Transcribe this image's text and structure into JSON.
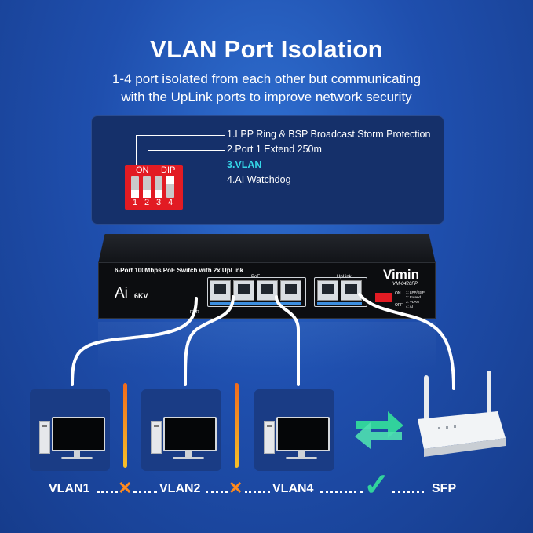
{
  "header": {
    "title": "VLAN Port Isolation",
    "subtitle_line1": "1-4 port isolated from each other but communicating",
    "subtitle_line2": "with the UpLink ports to improve network security"
  },
  "dip_switch": {
    "on_label": "ON",
    "dip_label": "DIP",
    "numbers": [
      "1",
      "2",
      "3",
      "4"
    ],
    "options": [
      "1.LPP Ring & BSP Broadcast Storm Protection",
      "2.Port 1 Extend 250m",
      "3.VLAN",
      "4.AI Watchdog"
    ],
    "highlight_color": "#35d7e8",
    "switch_color": "#e21b23"
  },
  "device": {
    "description": "6-Port 100Mbps PoE Switch with 2x UpLink",
    "brand": "Vimin",
    "model": "VM-0420FP",
    "ai_label": "Ai",
    "kv_label": "6KV",
    "poe_label": "PoE",
    "uplink_label": "UpLink",
    "pwr_label": "PWR",
    "mini_dip": {
      "on": "ON",
      "off": "OFF",
      "legend": [
        "1: LPP/BSP",
        "2: Extend",
        "3: VLAN",
        "4: AI"
      ]
    }
  },
  "network": {
    "labels": [
      "VLAN1",
      "VLAN2",
      "VLAN4",
      "SFP"
    ],
    "blocked_icon": "x-mark-icon",
    "allowed_icon": "check-mark-icon",
    "sync_icon": "sync-arrows-icon",
    "accent_orange": "#ff8a1d",
    "accent_green": "#31d29c"
  }
}
